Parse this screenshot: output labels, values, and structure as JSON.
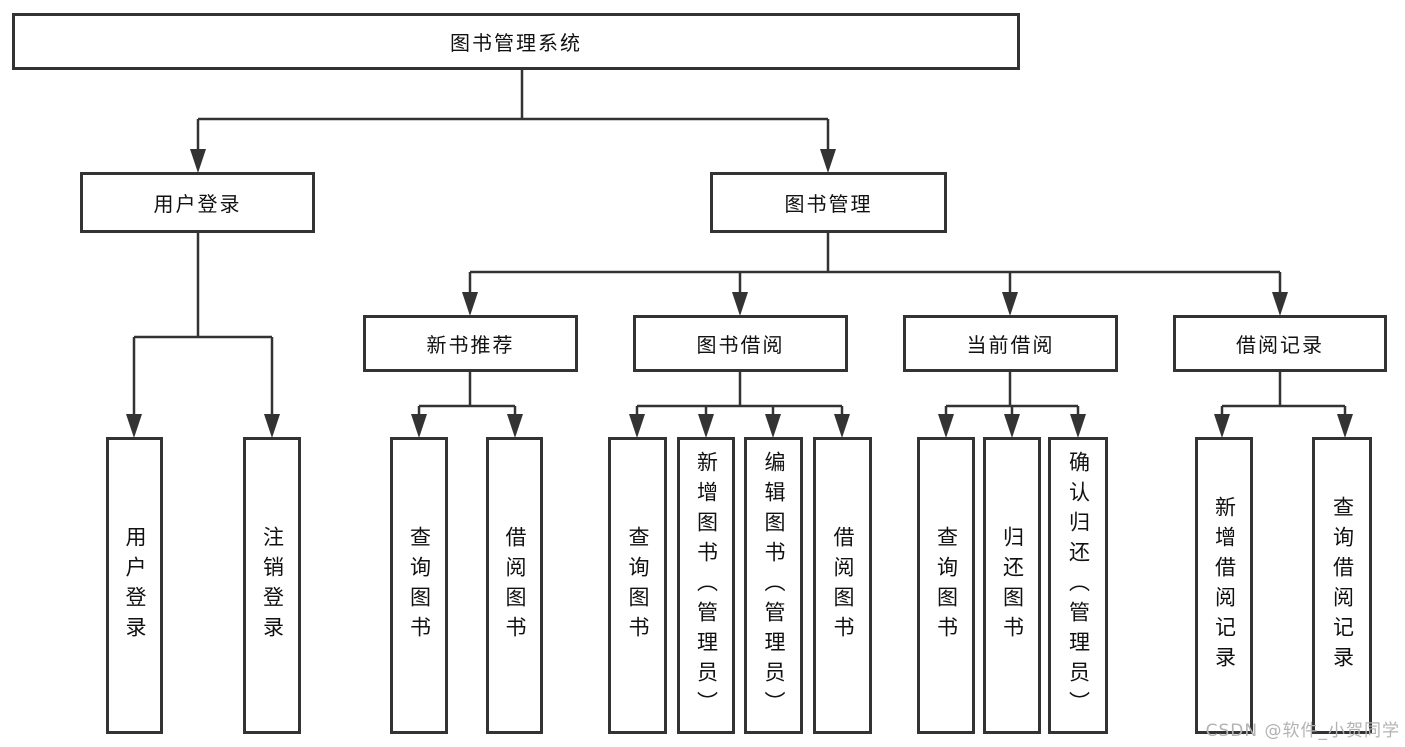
{
  "diagram": {
    "root": {
      "label": "图书管理系统"
    },
    "level1": [
      {
        "label": "用户登录"
      },
      {
        "label": "图书管理"
      }
    ],
    "level2": [
      {
        "label": "新书推荐"
      },
      {
        "label": "图书借阅"
      },
      {
        "label": "当前借阅"
      },
      {
        "label": "借阅记录"
      }
    ],
    "leaves": {
      "user_login": [
        "用户登录",
        "注销登录"
      ],
      "new_book": [
        "查询图书",
        "借阅图书"
      ],
      "book_borrow": [
        "查询图书",
        "新增图书（管理员）",
        "编辑图书（管理员）",
        "借阅图书"
      ],
      "current_borrow": [
        "查询图书",
        "归还图书",
        "确认归还（管理员）"
      ],
      "borrow_record": [
        "新增借阅记录",
        "查询借阅记录"
      ]
    }
  },
  "watermark": {
    "text": "CSDN @软件_小贺同学"
  },
  "colors": {
    "line": "#333333",
    "box_border": "#333333",
    "text": "#111111",
    "watermark_text": "#b3b3b3",
    "background": "#ffffff"
  }
}
